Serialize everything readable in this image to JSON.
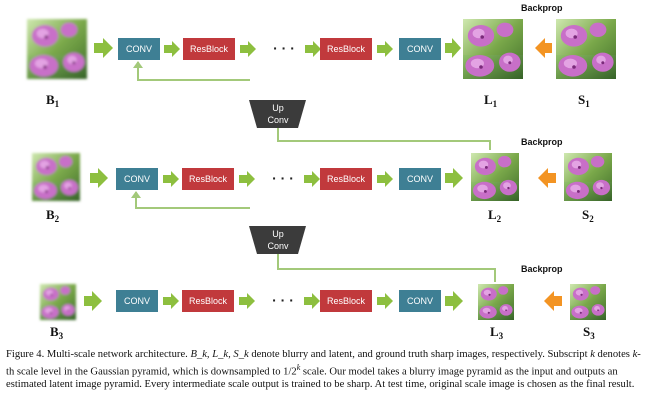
{
  "rows": [
    {
      "input": "B",
      "output": "L",
      "sharp": "S",
      "index": "1"
    },
    {
      "input": "B",
      "output": "L",
      "sharp": "S",
      "index": "2"
    },
    {
      "input": "B",
      "output": "L",
      "sharp": "S",
      "index": "3"
    }
  ],
  "blocks": {
    "conv": "CONV",
    "resblock": "ResBlock",
    "dots": "· · ·",
    "upconv_line1": "Up",
    "upconv_line2": "Conv"
  },
  "backprop": "Backprop",
  "colors": {
    "conv": "#3e7f94",
    "resblock": "#c1393c",
    "upconv": "#3b3b3b",
    "arrow_green": "#8dbf3f",
    "arrow_orange": "#f39423",
    "line_green": "#a3c97a"
  },
  "caption": {
    "lead": "Figure 4. Multi-scale network architecture. ",
    "vars": "B_k, L_k, S_k",
    "p1": " denote blurry and latent, and ground truth sharp images, respectively. Subscript ",
    "k": "k",
    "p2": " denotes ",
    "k2": "k",
    "p3": "-th scale level in the Gaussian pyramid, which is downsampled to 1/2",
    "sup": "k",
    "p4": " scale. Our model takes a blurry image pyramid as the input and outputs an estimated latent image pyramid. Every intermediate scale output is trained to be sharp. At test time, original scale image is chosen as the final result."
  }
}
